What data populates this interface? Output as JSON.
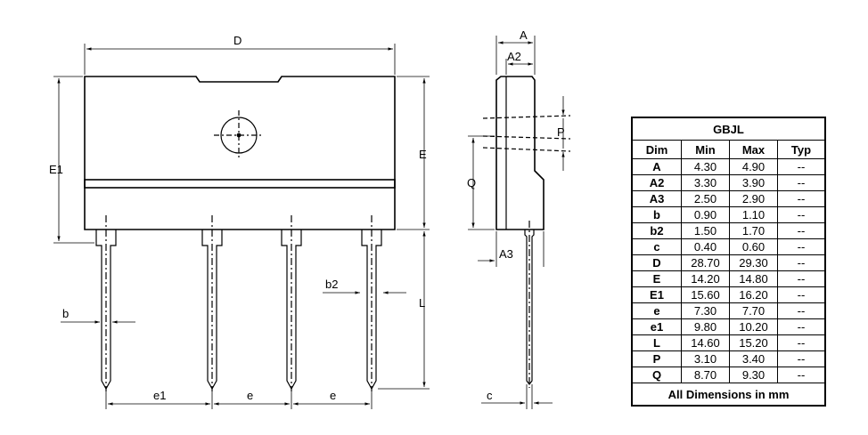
{
  "drawing": {
    "labels": {
      "D": "D",
      "E1": "E1",
      "E": "E",
      "L": "L",
      "b": "b",
      "b2": "b2",
      "e1": "e1",
      "e_left": "e",
      "e_right": "e",
      "A": "A",
      "A2": "A2",
      "P": "P",
      "Q": "Q",
      "A3": "A3",
      "c": "c"
    }
  },
  "table": {
    "title": "GBJL",
    "headers": [
      "Dim",
      "Min",
      "Max",
      "Typ"
    ],
    "rows": [
      [
        "A",
        "4.30",
        "4.90",
        "--"
      ],
      [
        "A2",
        "3.30",
        "3.90",
        "--"
      ],
      [
        "A3",
        "2.50",
        "2.90",
        "--"
      ],
      [
        "b",
        "0.90",
        "1.10",
        "--"
      ],
      [
        "b2",
        "1.50",
        "1.70",
        "--"
      ],
      [
        "c",
        "0.40",
        "0.60",
        "--"
      ],
      [
        "D",
        "28.70",
        "29.30",
        "--"
      ],
      [
        "E",
        "14.20",
        "14.80",
        "--"
      ],
      [
        "E1",
        "15.60",
        "16.20",
        "--"
      ],
      [
        "e",
        "7.30",
        "7.70",
        "--"
      ],
      [
        "e1",
        "9.80",
        "10.20",
        "--"
      ],
      [
        "L",
        "14.60",
        "15.20",
        "--"
      ],
      [
        "P",
        "3.10",
        "3.40",
        "--"
      ],
      [
        "Q",
        "8.70",
        "9.30",
        "--"
      ]
    ],
    "footer": "All Dimensions in mm"
  }
}
